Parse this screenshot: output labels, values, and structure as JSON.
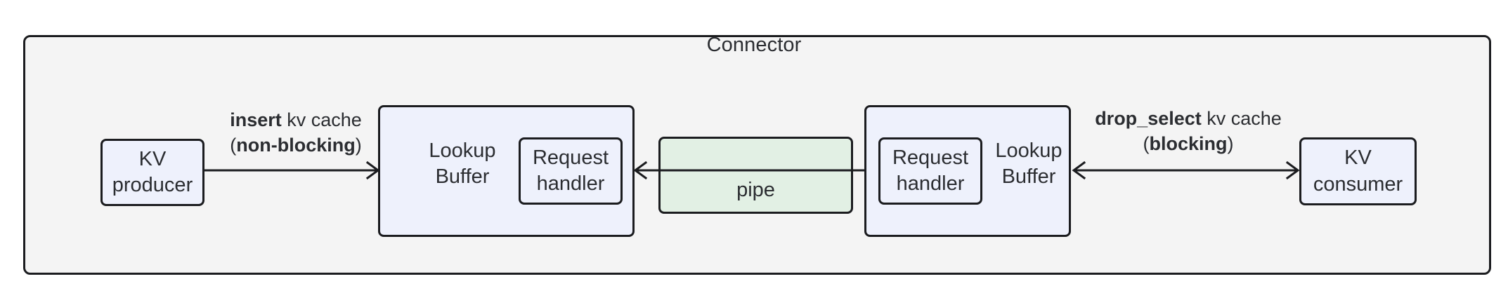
{
  "diagram": {
    "title": "Connector",
    "colors": {
      "container_fill": "#f4f4f4",
      "container_stroke": "#1b1c1f",
      "node_blue_fill": "#eef1fc",
      "node_green_fill": "#e2f0e4",
      "text": "#2b2d31"
    }
  },
  "nodes": {
    "kv_producer": "KV\nproducer",
    "kv_producer_line1": "KV",
    "kv_producer_line2": "producer",
    "kv_consumer_line1": "KV",
    "kv_consumer_line2": "consumer",
    "lookup_buffer_left_line1": "Lookup",
    "lookup_buffer_left_line2": "Buffer",
    "lookup_buffer_right_line1": "Lookup",
    "lookup_buffer_right_line2": "Buffer",
    "request_handler_left_line1": "Request",
    "request_handler_left_line2": "handler",
    "request_handler_right_line1": "Request",
    "request_handler_right_line2": "handler",
    "pipe": "pipe"
  },
  "edges": {
    "insert": {
      "bold_prefix": "insert",
      "rest": " kv cache",
      "paren_open": "(",
      "bold_mode": "non-blocking",
      "paren_close": ")",
      "direction": "right"
    },
    "drop_select": {
      "bold_prefix": "drop_select",
      "rest": " kv cache",
      "paren_open": "(",
      "bold_mode": "blocking",
      "paren_close": ")",
      "direction": "both"
    },
    "pipe_edge": {
      "direction": "both"
    }
  }
}
